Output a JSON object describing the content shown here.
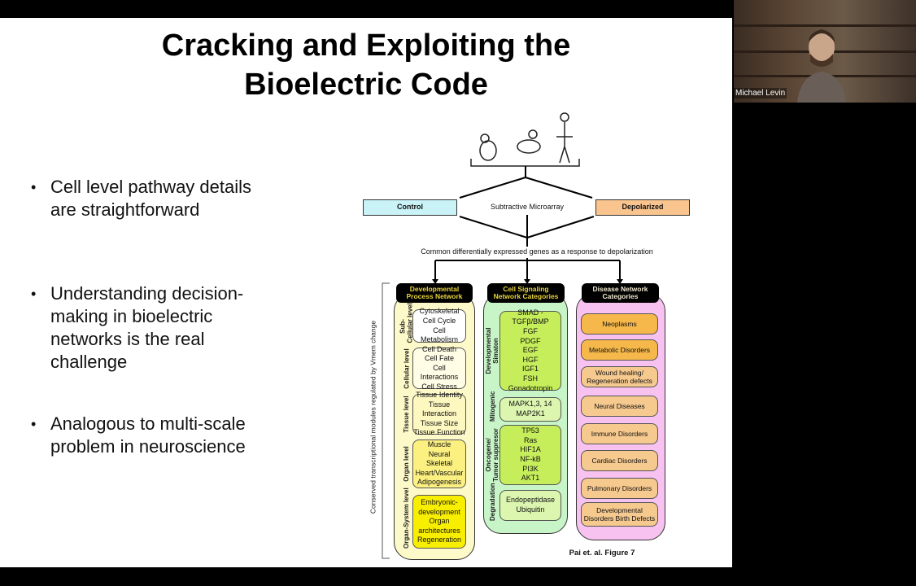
{
  "slide": {
    "title_line1": "Cracking and Exploiting the",
    "title_line2": "Bioelectric Code",
    "bullets": [
      "Cell level pathway details are straightforward",
      "Understanding decision-making in bioelectric networks is the real challenge",
      "Analogous to multi-scale problem in neuroscience"
    ]
  },
  "figure": {
    "control": "Control",
    "microarray": "Subtractive Microarray",
    "depolarized": "Depolarized",
    "common": "Common differentially expressed genes as a response to depolarization",
    "vertical_label": "Conserved transcriptional modules regulated by Vmem change",
    "caption": "Pai et. al. Figure 7",
    "dev": {
      "header": [
        "Developmental",
        "Process Network"
      ],
      "groups": [
        {
          "side": [
            "Sub-",
            "Cellular level"
          ],
          "items": [
            "Cytoskeletal",
            "Cell Cycle",
            "Cell Metabolism"
          ]
        },
        {
          "side": [
            "Cellular level"
          ],
          "items": [
            "Cell Death",
            "Cell Fate",
            "Cell Interactions",
            "Cell Stress"
          ]
        },
        {
          "side": [
            "Tissue level"
          ],
          "items": [
            "Tissue Identity",
            "Tissue Interaction",
            "Tissue Size",
            "Tissue Function"
          ]
        },
        {
          "side": [
            "Organ level"
          ],
          "items": [
            "Muscle",
            "Neural",
            "Skeletal",
            "Heart/Vascular",
            "Adipogenesis"
          ]
        },
        {
          "side": [
            "Organ-System level"
          ],
          "items": [
            "Embryonic-development",
            "Organ architectures",
            "Regeneration"
          ]
        }
      ]
    },
    "sig": {
      "header": [
        "Cell Signaling",
        "Network Categories"
      ],
      "groups": [
        {
          "side": [
            "Developmental",
            "Simaton"
          ],
          "items": [
            "SMAD - TGFβ/BMP",
            "FGF",
            "PDGF",
            "EGF",
            "HGF",
            "IGF1",
            "FSH",
            "Gonadotropin"
          ]
        },
        {
          "side": [
            "Mitogenic"
          ],
          "items": [
            "MAPK1,3, 14",
            "MAP2K1"
          ]
        },
        {
          "side": [
            "Oncogene/",
            "Tumor suppresor"
          ],
          "items": [
            "TP53",
            "Ras",
            "HIF1A",
            "NF-kB",
            "PI3K",
            "AKT1"
          ]
        },
        {
          "side": [
            "Degradation"
          ],
          "items": [
            "Endopeptidase",
            "Ubiquitin"
          ]
        }
      ]
    },
    "dis": {
      "header": [
        "Disease Network",
        "Categories"
      ],
      "items": [
        "Neoplasms",
        "Metabolic Disorders",
        "Wound healing/ Regeneration defects",
        "Neural Diseases",
        "Immune Disorders",
        "Cardiac Disorders",
        "Pulmonary Disorders",
        "Developmental Disorders Birth Defects"
      ]
    }
  },
  "video": {
    "participant_name": "Michael Levin"
  },
  "colors": {
    "control": "#c9f3f7",
    "depolarized": "#f9c48d",
    "dev_col": "#fdf9c8",
    "sig_col": "#c8f5c8",
    "dis_col": "#f7c2f0",
    "dis_box": "#f6c98f"
  }
}
